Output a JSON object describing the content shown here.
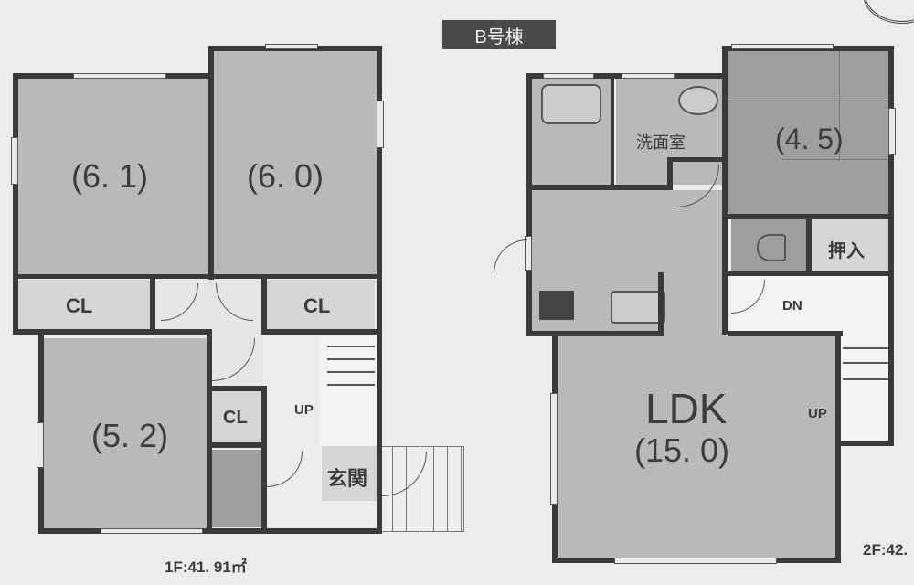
{
  "building": {
    "title": "B号棟"
  },
  "floor1": {
    "area_label": "1F:41. 91㎡",
    "rooms": [
      {
        "id": "room-6-1",
        "label": "(6. 1)"
      },
      {
        "id": "room-6-0",
        "label": "(6. 0)"
      },
      {
        "id": "room-5-2",
        "label": "(5. 2)"
      },
      {
        "id": "closet-1",
        "label": "CL"
      },
      {
        "id": "closet-2",
        "label": "CL"
      },
      {
        "id": "closet-3",
        "label": "CL"
      },
      {
        "id": "entrance",
        "label": "玄関"
      }
    ],
    "stairs_label": "UP"
  },
  "floor2": {
    "area_label": "2F:42.",
    "rooms": [
      {
        "id": "washroom",
        "label": "洗面室"
      },
      {
        "id": "room-4-5",
        "label": "(4. 5)"
      },
      {
        "id": "oshiire",
        "label": "押入"
      },
      {
        "id": "ldk",
        "label": "LDK"
      },
      {
        "id": "ldk-size",
        "label": "(15. 0)"
      }
    ],
    "stairs_down_label": "DN",
    "stairs_up_label": "UP"
  }
}
